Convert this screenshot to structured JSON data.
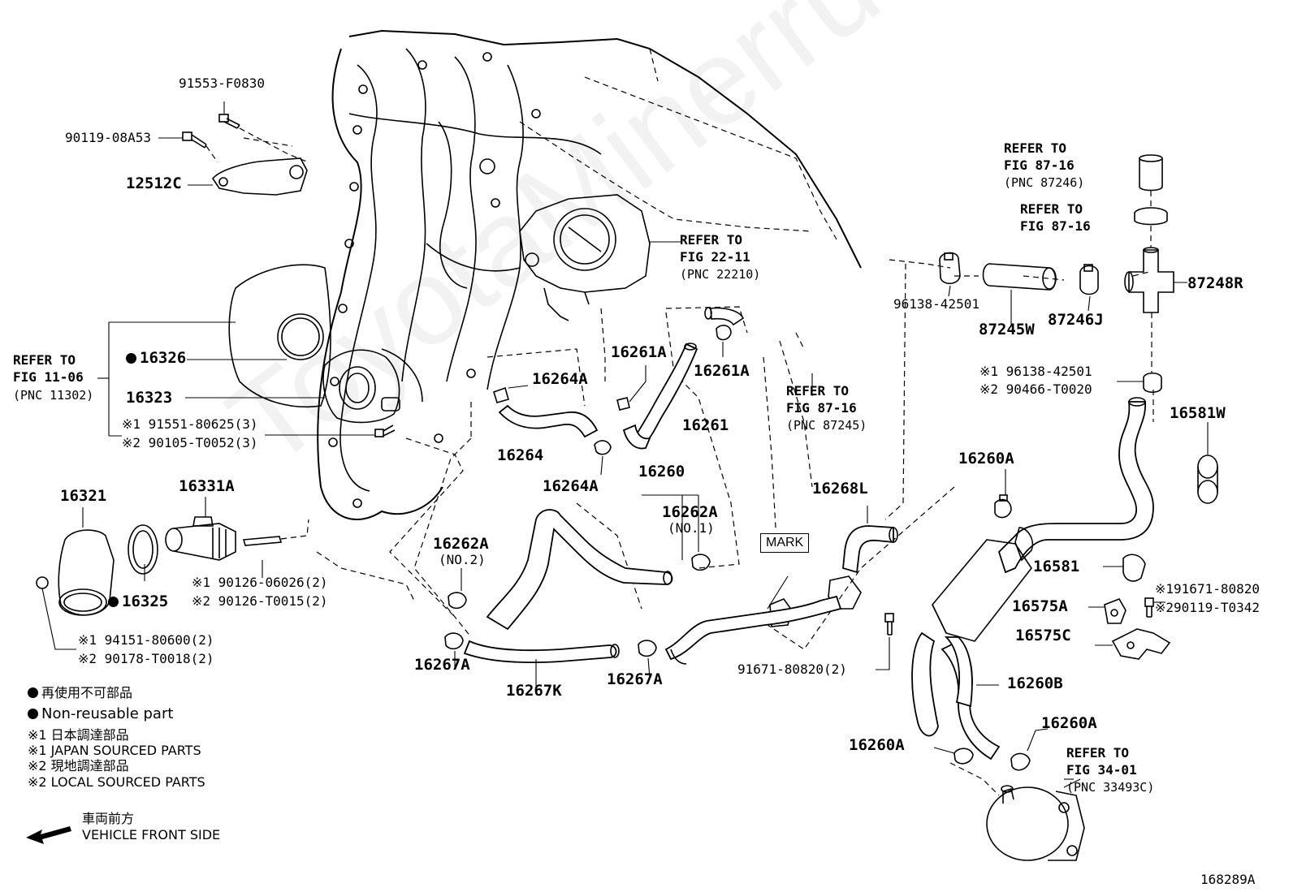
{
  "diagram_id": "168289A",
  "watermark": "ToyotaMinerru",
  "mark_label": "MARK",
  "parts": {
    "p91553": "91553-F0830",
    "p90119": "90119-08A53",
    "p12512C": "12512C",
    "p16326": "16326",
    "p16323": "16323",
    "p91551": "※1 91551-80625(3)",
    "p90105": "※2 90105-T0052(3)",
    "p16321": "16321",
    "p16331A": "16331A",
    "p16325": "16325",
    "p90126a": "※1 90126-06026(2)",
    "p90126b": "※2 90126-T0015(2)",
    "p94151": "※1 94151-80600(2)",
    "p90178": "※2 90178-T0018(2)",
    "p16264A_1": "16264A",
    "p16264": "16264",
    "p16264A_2": "16264A",
    "p16261A_1": "16261A",
    "p16261A_2": "16261A",
    "p16261": "16261",
    "p16260": "16260",
    "p16262A_1": "16262A",
    "p16262A_1_sub": "(NO.1)",
    "p16262A_2": "16262A",
    "p16262A_2_sub": "(NO.2)",
    "p16267A_1": "16267A",
    "p16267K": "16267K",
    "p16267A_2": "16267A",
    "p16268L": "16268L",
    "p91671b": "91671-80820(2)",
    "p96138a": "96138-42501",
    "p87245W": "87245W",
    "p87246J": "87246J",
    "p87248R": "87248R",
    "p96138b": "※1 96138-42501",
    "p90466": "※2 90466-T0020",
    "p16581W": "16581W",
    "p16260A_1": "16260A",
    "p16581": "16581",
    "p16575A": "16575A",
    "p91671a": "※191671-80820",
    "p90119b": "※290119-T0342",
    "p16575C": "16575C",
    "p16260B": "16260B",
    "p16260A_2": "16260A",
    "p16260A_3": "16260A"
  },
  "refs": {
    "fig2211": {
      "l1": "REFER TO",
      "l2": "FIG 22-11",
      "l3": "(PNC 22210)"
    },
    "fig1106": {
      "l1": "REFER TO",
      "l2": "FIG 11-06",
      "l3": "(PNC 11302)"
    },
    "fig8716a": {
      "l1": "REFER TO",
      "l2": "FIG 87-16",
      "l3": "(PNC 87246)"
    },
    "fig8716b": {
      "l1": "REFER TO",
      "l2": "FIG 87-16"
    },
    "fig8716c": {
      "l1": "REFER TO",
      "l2": "FIG 87-16",
      "l3": "(PNC 87245)"
    },
    "fig3401": {
      "l1": "REFER TO",
      "l2": "FIG 34-01",
      "l3": "(PNC 33493C)"
    }
  },
  "legend": {
    "nonreuse_jp": "再使用不可部品",
    "nonreuse_en": "Non-reusable part",
    "m1_jp": "※1  日本調達部品",
    "m1_en": "※1  JAPAN SOURCED PARTS",
    "m2_jp": "※2  現地調達部品",
    "m2_en": "※2  LOCAL SOURCED PARTS",
    "front_jp": "車両前方",
    "front_en": "VEHICLE FRONT SIDE"
  }
}
